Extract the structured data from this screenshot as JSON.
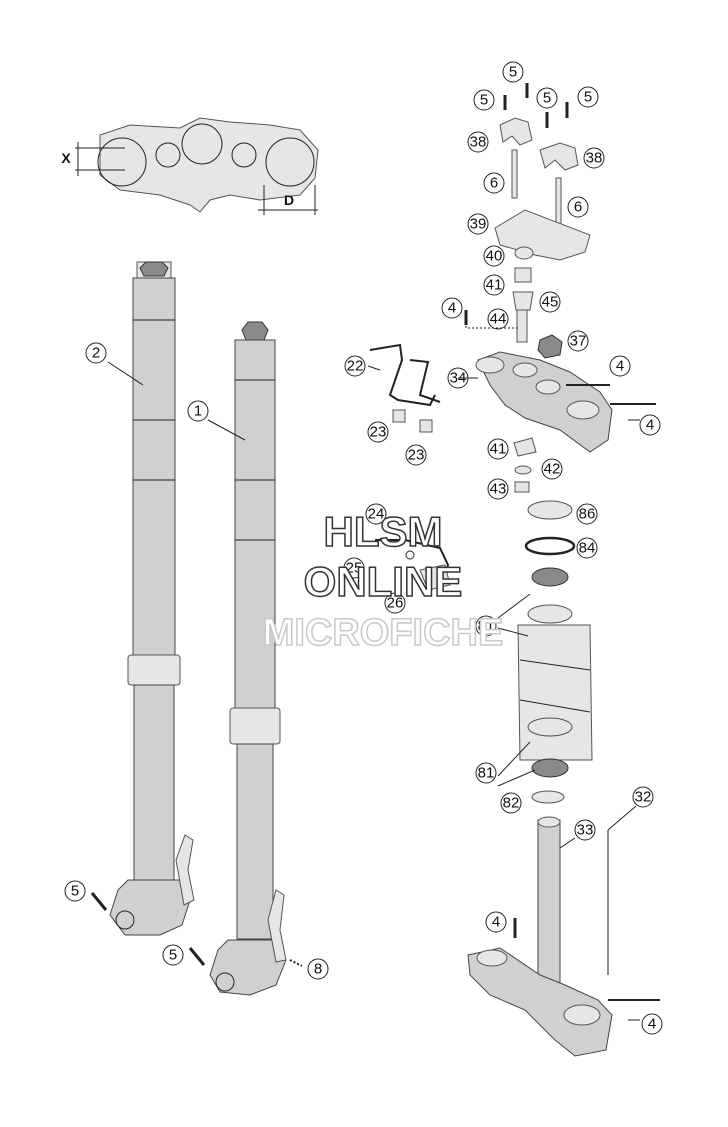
{
  "dimension_labels": {
    "x": "X",
    "d": "D"
  },
  "callouts": {
    "c5a": "5",
    "c5b": "5",
    "c5c": "5",
    "c5d": "5",
    "c38a": "38",
    "c38b": "38",
    "c6a": "6",
    "c6b": "6",
    "c39": "39",
    "c40": "40",
    "c41a": "41",
    "c45": "45",
    "c4a": "4",
    "c44": "44",
    "c37": "37",
    "c22": "22",
    "c34": "34",
    "c4b": "4",
    "c4c": "4",
    "c23a": "23",
    "c23b": "23",
    "c2": "2",
    "c1": "1",
    "c41b": "41",
    "c42": "42",
    "c43": "43",
    "c24": "24",
    "c86": "86",
    "c84": "84",
    "c25": "25",
    "c26": "26",
    "c81a": "81",
    "c81b": "81",
    "c82": "82",
    "c32": "32",
    "c33": "33",
    "c5e": "5",
    "c5f": "5",
    "c8": "8",
    "c4d": "4",
    "c4e": "4"
  },
  "watermark": {
    "line1": "HLSM",
    "line2": "ONLINE",
    "line3": "MICROFICHE"
  }
}
